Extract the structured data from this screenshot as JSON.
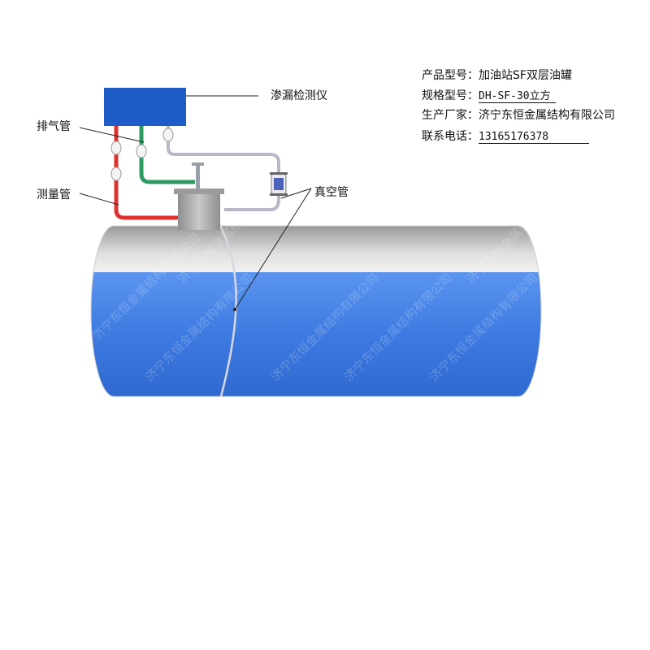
{
  "labels": {
    "leak_detector": "渗漏检测仪",
    "vent_pipe": "排气管",
    "measure_pipe": "测量管",
    "vacuum_pipe": "真空管"
  },
  "specs": [
    {
      "key": "产品型号：",
      "value": "加油站SF双层油罐"
    },
    {
      "key": "规格型号：",
      "value": "DH-SF-30立方"
    },
    {
      "key": "生产厂家：",
      "value": "济宁东恒金属结构有限公司"
    },
    {
      "key": "联系电话：",
      "value": "13165176378"
    }
  ],
  "watermark": "济宁东恒金属结构有限公司",
  "colors": {
    "detector": "#1e5cc8",
    "tank_liquid": "#3f7fe6",
    "tank_top": "#c8c8c8",
    "measure_pipe": "#e03030",
    "vent_pipe": "#2e9a62",
    "vacuum_pipe": "#b8b8c8"
  }
}
